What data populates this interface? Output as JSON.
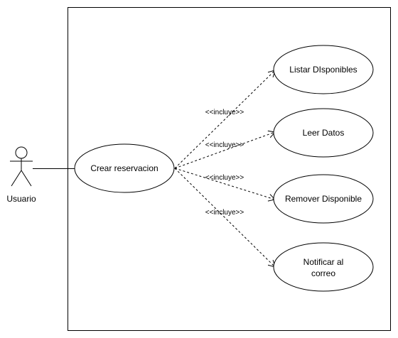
{
  "diagram": {
    "type": "use-case",
    "actor": {
      "name": "Usuario"
    },
    "main_use_case": {
      "label": "Crear reservacion"
    },
    "included_use_cases": [
      {
        "lines": [
          "Listar DIsponibles"
        ]
      },
      {
        "lines": [
          "Leer Datos"
        ]
      },
      {
        "lines": [
          "Remover Disponible"
        ]
      },
      {
        "lines": [
          "Notificar al",
          "correo"
        ]
      }
    ],
    "relationship_label": "<<incluye>>",
    "colors": {
      "stroke": "#000000",
      "fill": "#ffffff",
      "background": "#ffffff"
    }
  }
}
